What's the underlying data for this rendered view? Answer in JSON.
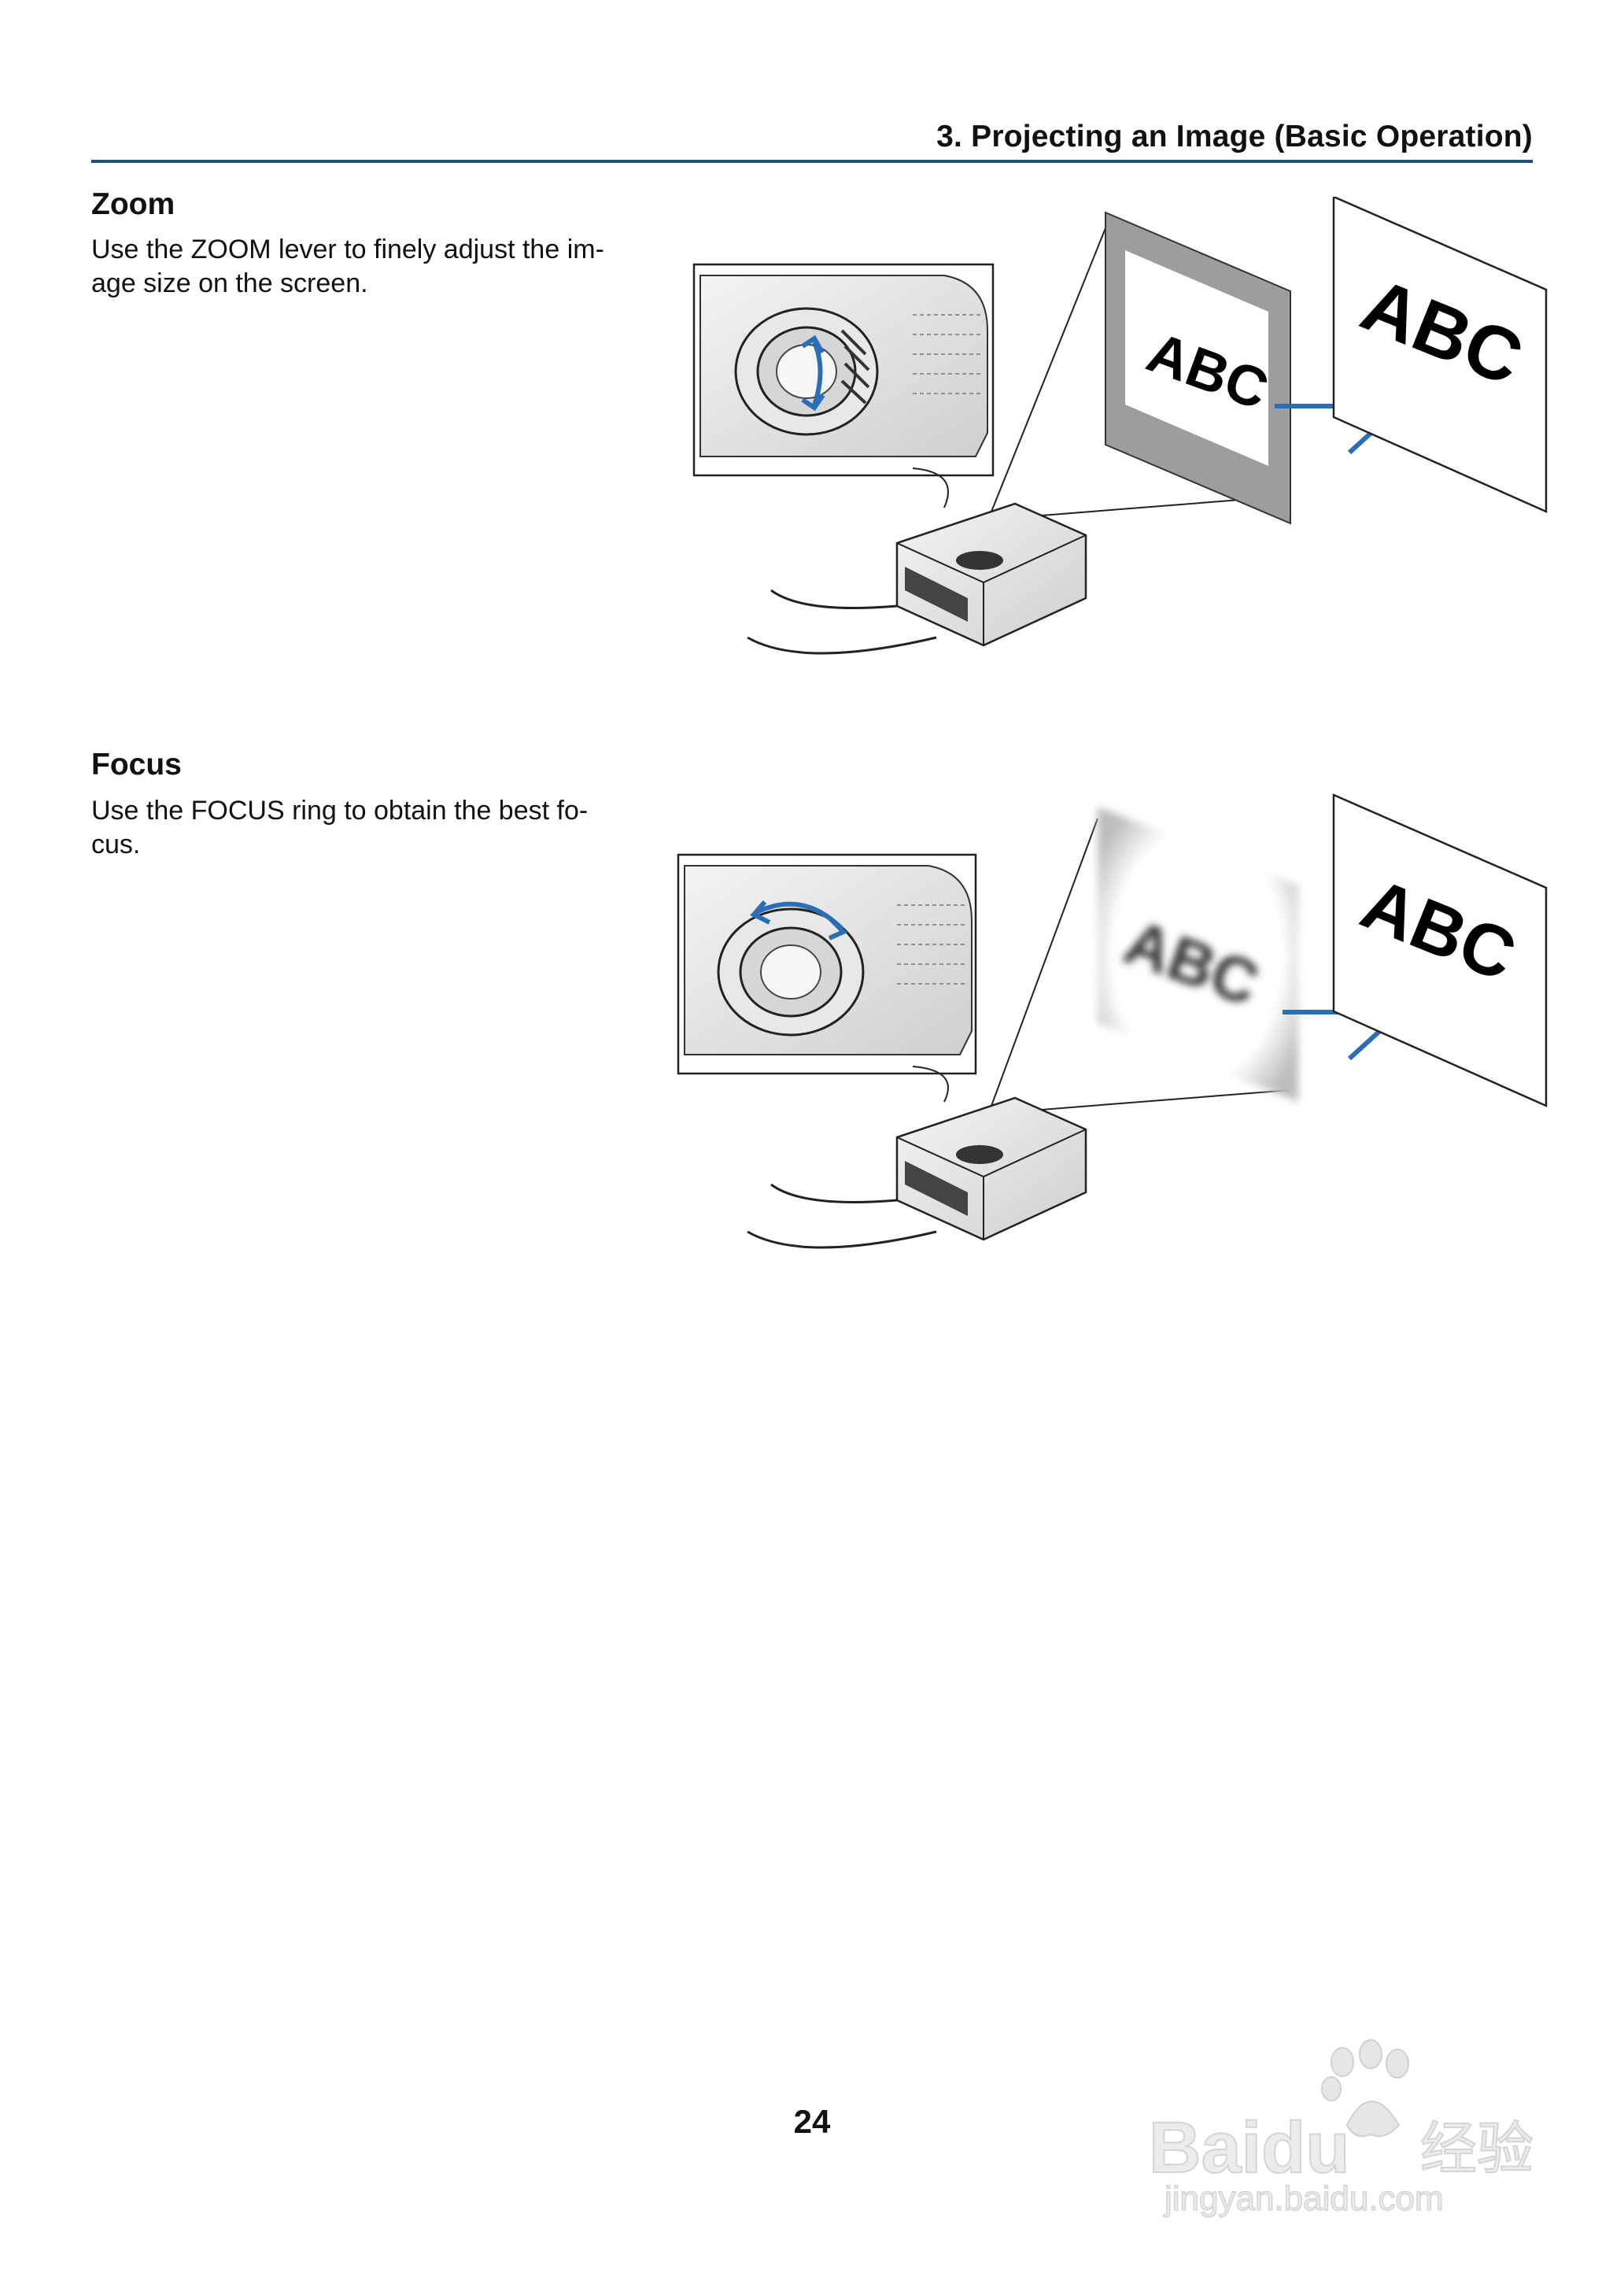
{
  "header": {
    "chapter_title": "3. Projecting an Image (Basic Operation)"
  },
  "sections": [
    {
      "heading": "Zoom",
      "body_lines": [
        "Use the ZOOM lever to finely adjust the im-",
        "age size on the screen."
      ]
    },
    {
      "heading": "Focus",
      "body_lines": [
        "Use the FOCUS ring to obtain the best fo-",
        "cus."
      ]
    }
  ],
  "figures": {
    "zoom": {
      "screen_before_text": "ABC",
      "screen_after_text": "ABC"
    },
    "focus": {
      "screen_before_text": "ABC",
      "screen_after_text": "ABC"
    }
  },
  "footer": {
    "page_number": "24"
  },
  "watermark": {
    "brand": "Bai",
    "brand_suffix": "du",
    "product": "经验",
    "url": "jingyan.baidu.com"
  },
  "colors": {
    "accent_blue": "#1d4f86",
    "arrow_blue": "#2a6fb5"
  }
}
